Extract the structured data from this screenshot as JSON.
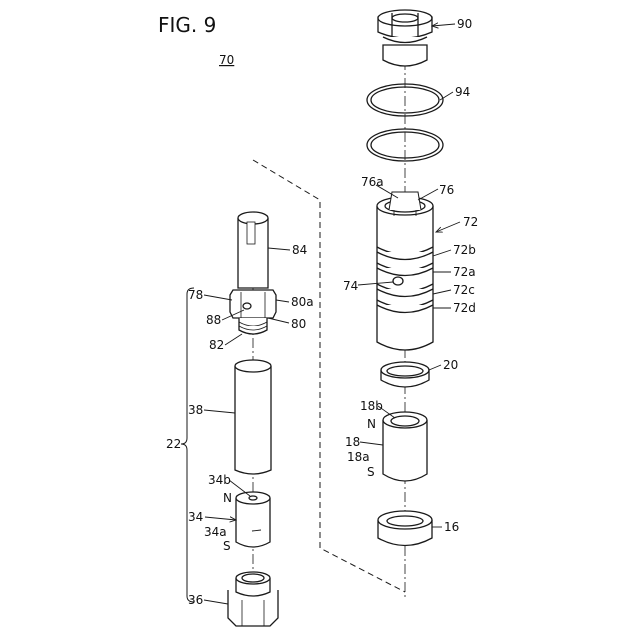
{
  "figure": {
    "title": "FIG. 9",
    "assembly_ref": "70",
    "bracket_label": "22"
  },
  "labels": {
    "l90": "90",
    "l94": "94",
    "l76a": "76a",
    "l76": "76",
    "l72": "72",
    "l72b": "72b",
    "l72a": "72a",
    "l74": "74",
    "l72c": "72c",
    "l72d": "72d",
    "l20": "20",
    "l18b": "18b",
    "lN18": "N",
    "l18": "18",
    "l18a": "18a",
    "lS18": "S",
    "l16": "16",
    "l84": "84",
    "l78": "78",
    "l80a": "80a",
    "l88": "88",
    "l80": "80",
    "l82": "82",
    "l38": "38",
    "l34b": "34b",
    "lN34": "N",
    "l34": "34",
    "l34a": "34a",
    "lS34": "S",
    "l36": "36"
  },
  "colors": {
    "line": "#1a1a1a",
    "fill": "#ffffff"
  }
}
